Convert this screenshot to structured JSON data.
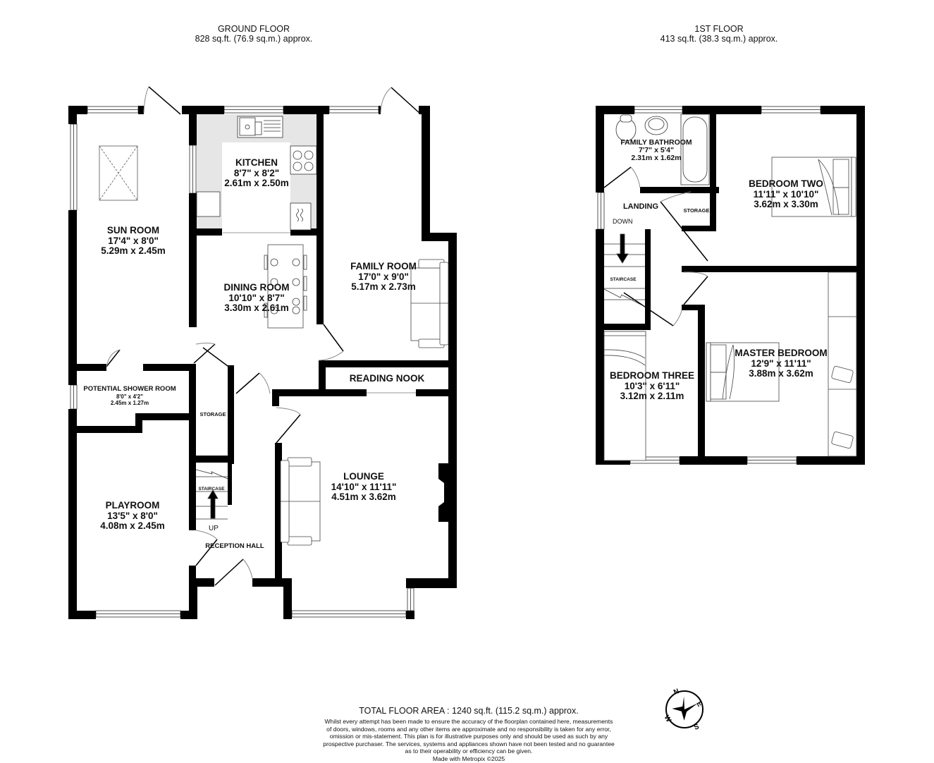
{
  "ground_floor": {
    "title": "GROUND FLOOR",
    "area": "828 sq.ft. (76.9 sq.m.) approx.",
    "rooms": {
      "sun_room": {
        "name": "SUN ROOM",
        "imperial": "17'4\"  x 8'0\"",
        "metric": "5.29m  x 2.45m"
      },
      "kitchen": {
        "name": "KITCHEN",
        "imperial": "8'7\"  x 8'2\"",
        "metric": "2.61m  x 2.50m"
      },
      "family_room": {
        "name": "FAMILY ROOM",
        "imperial": "17'0\"  x 9'0\"",
        "metric": "5.17m  x 2.73m"
      },
      "dining_room": {
        "name": "DINING ROOM",
        "imperial": "10'10\"  x 8'7\"",
        "metric": "3.30m  x 2.61m"
      },
      "reading_nook": {
        "name": "READING NOOK"
      },
      "potential_shower_room": {
        "name": "POTENTIAL SHOWER ROOM",
        "imperial": "8'0\"  x 4'2\"",
        "metric": "2.45m  x 1.27m"
      },
      "storage": {
        "name": "STORAGE"
      },
      "staircase": {
        "name": "STAIRCASE"
      },
      "playroom": {
        "name": "PLAYROOM",
        "imperial": "13'5\"  x 8'0\"",
        "metric": "4.08m  x 2.45m"
      },
      "lounge": {
        "name": "LOUNGE",
        "imperial": "14'10\"  x 11'11\"",
        "metric": "4.51m  x 3.62m"
      },
      "reception_hall": {
        "name": "RECEPTION HALL"
      },
      "up_label": "UP"
    }
  },
  "first_floor": {
    "title": "1ST FLOOR",
    "area": "413 sq.ft. (38.3 sq.m.) approx.",
    "rooms": {
      "family_bathroom": {
        "name": "FAMILY BATHROOM",
        "imperial": "7'7\"  x 5'4\"",
        "metric": "2.31m  x 1.62m"
      },
      "bedroom_two": {
        "name": "BEDROOM TWO",
        "imperial": "11'11\"  x 10'10\"",
        "metric": "3.62m  x 3.30m"
      },
      "landing": {
        "name": "LANDING"
      },
      "storage": {
        "name": "STORAGE"
      },
      "down_label": "DOWN",
      "staircase": {
        "name": "STAIRCASE"
      },
      "bedroom_three": {
        "name": "BEDROOM THREE",
        "imperial": "10'3\"  x 6'11\"",
        "metric": "3.12m  x 2.11m"
      },
      "master_bedroom": {
        "name": "MASTER BEDROOM",
        "imperial": "12'9\"  x 11'11\"",
        "metric": "3.88m  x 3.62m"
      }
    }
  },
  "footer": {
    "total": "TOTAL FLOOR AREA : 1240 sq.ft. (115.2 sq.m.) approx.",
    "disclaimer_lines": [
      "Whilst every attempt has been made to ensure the accuracy of the floorplan contained here, measurements",
      "of doors, windows, rooms and any other items are approximate and no responsibility is taken for any error,",
      "omission or mis-statement. This plan is for illustrative purposes only and should be used as such by any",
      "prospective purchaser. The services, systems and appliances shown have not been tested and no guarantee",
      "as to their operability or efficiency can be given."
    ],
    "credit": "Made with Metropix ©2025"
  },
  "compass": {
    "n": "N",
    "e": "E",
    "s": "S",
    "w": "W"
  },
  "colors": {
    "wall": "#000000",
    "kitchen_counter": "#e6e6e6",
    "background": "#ffffff"
  }
}
